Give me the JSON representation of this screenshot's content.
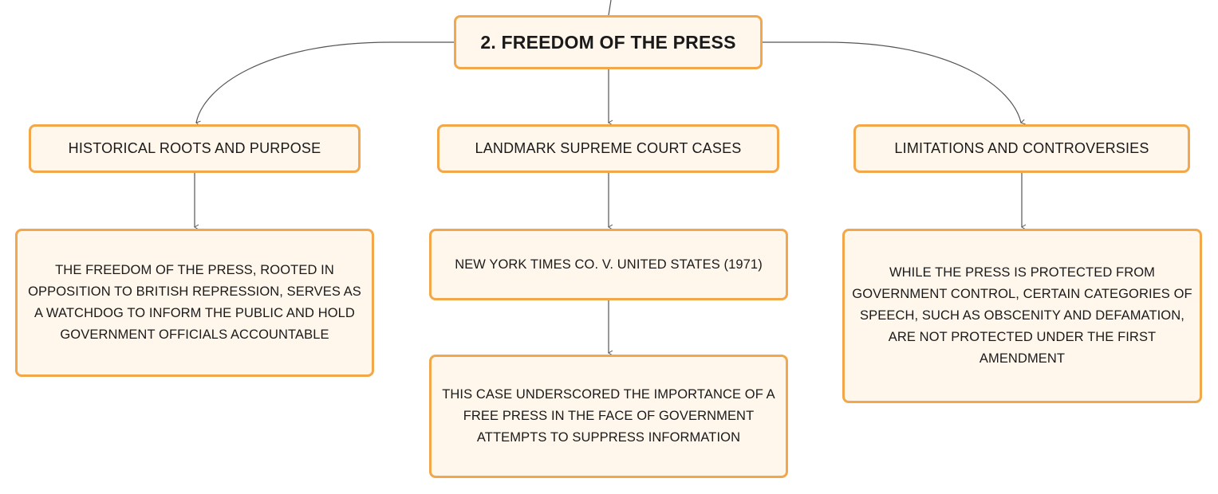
{
  "diagram": {
    "root": {
      "label": "2. FREEDOM OF THE PRESS"
    },
    "topics": [
      {
        "label": "HISTORICAL ROOTS AND PURPOSE",
        "details": [
          "THE FREEDOM OF THE PRESS, ROOTED IN OPPOSITION TO BRITISH REPRESSION, SERVES AS A WATCHDOG TO INFORM THE PUBLIC AND HOLD GOVERNMENT OFFICIALS ACCOUNTABLE"
        ]
      },
      {
        "label": "LANDMARK SUPREME COURT CASES",
        "details": [
          "NEW YORK TIMES CO. V. UNITED STATES (1971)",
          "THIS CASE UNDERSCORED THE IMPORTANCE OF A FREE PRESS IN THE FACE OF GOVERNMENT ATTEMPTS TO SUPPRESS INFORMATION"
        ]
      },
      {
        "label": "LIMITATIONS AND CONTROVERSIES",
        "details": [
          "WHILE THE PRESS IS PROTECTED FROM GOVERNMENT CONTROL, CERTAIN CATEGORIES OF SPEECH, SUCH AS OBSCENITY AND DEFAMATION, ARE NOT PROTECTED UNDER THE FIRST AMENDMENT"
        ]
      }
    ],
    "colors": {
      "node_border": "#f2a84a",
      "node_fill": "#fff6ec",
      "connector": "#555555",
      "text": "#1a1a1a"
    }
  }
}
